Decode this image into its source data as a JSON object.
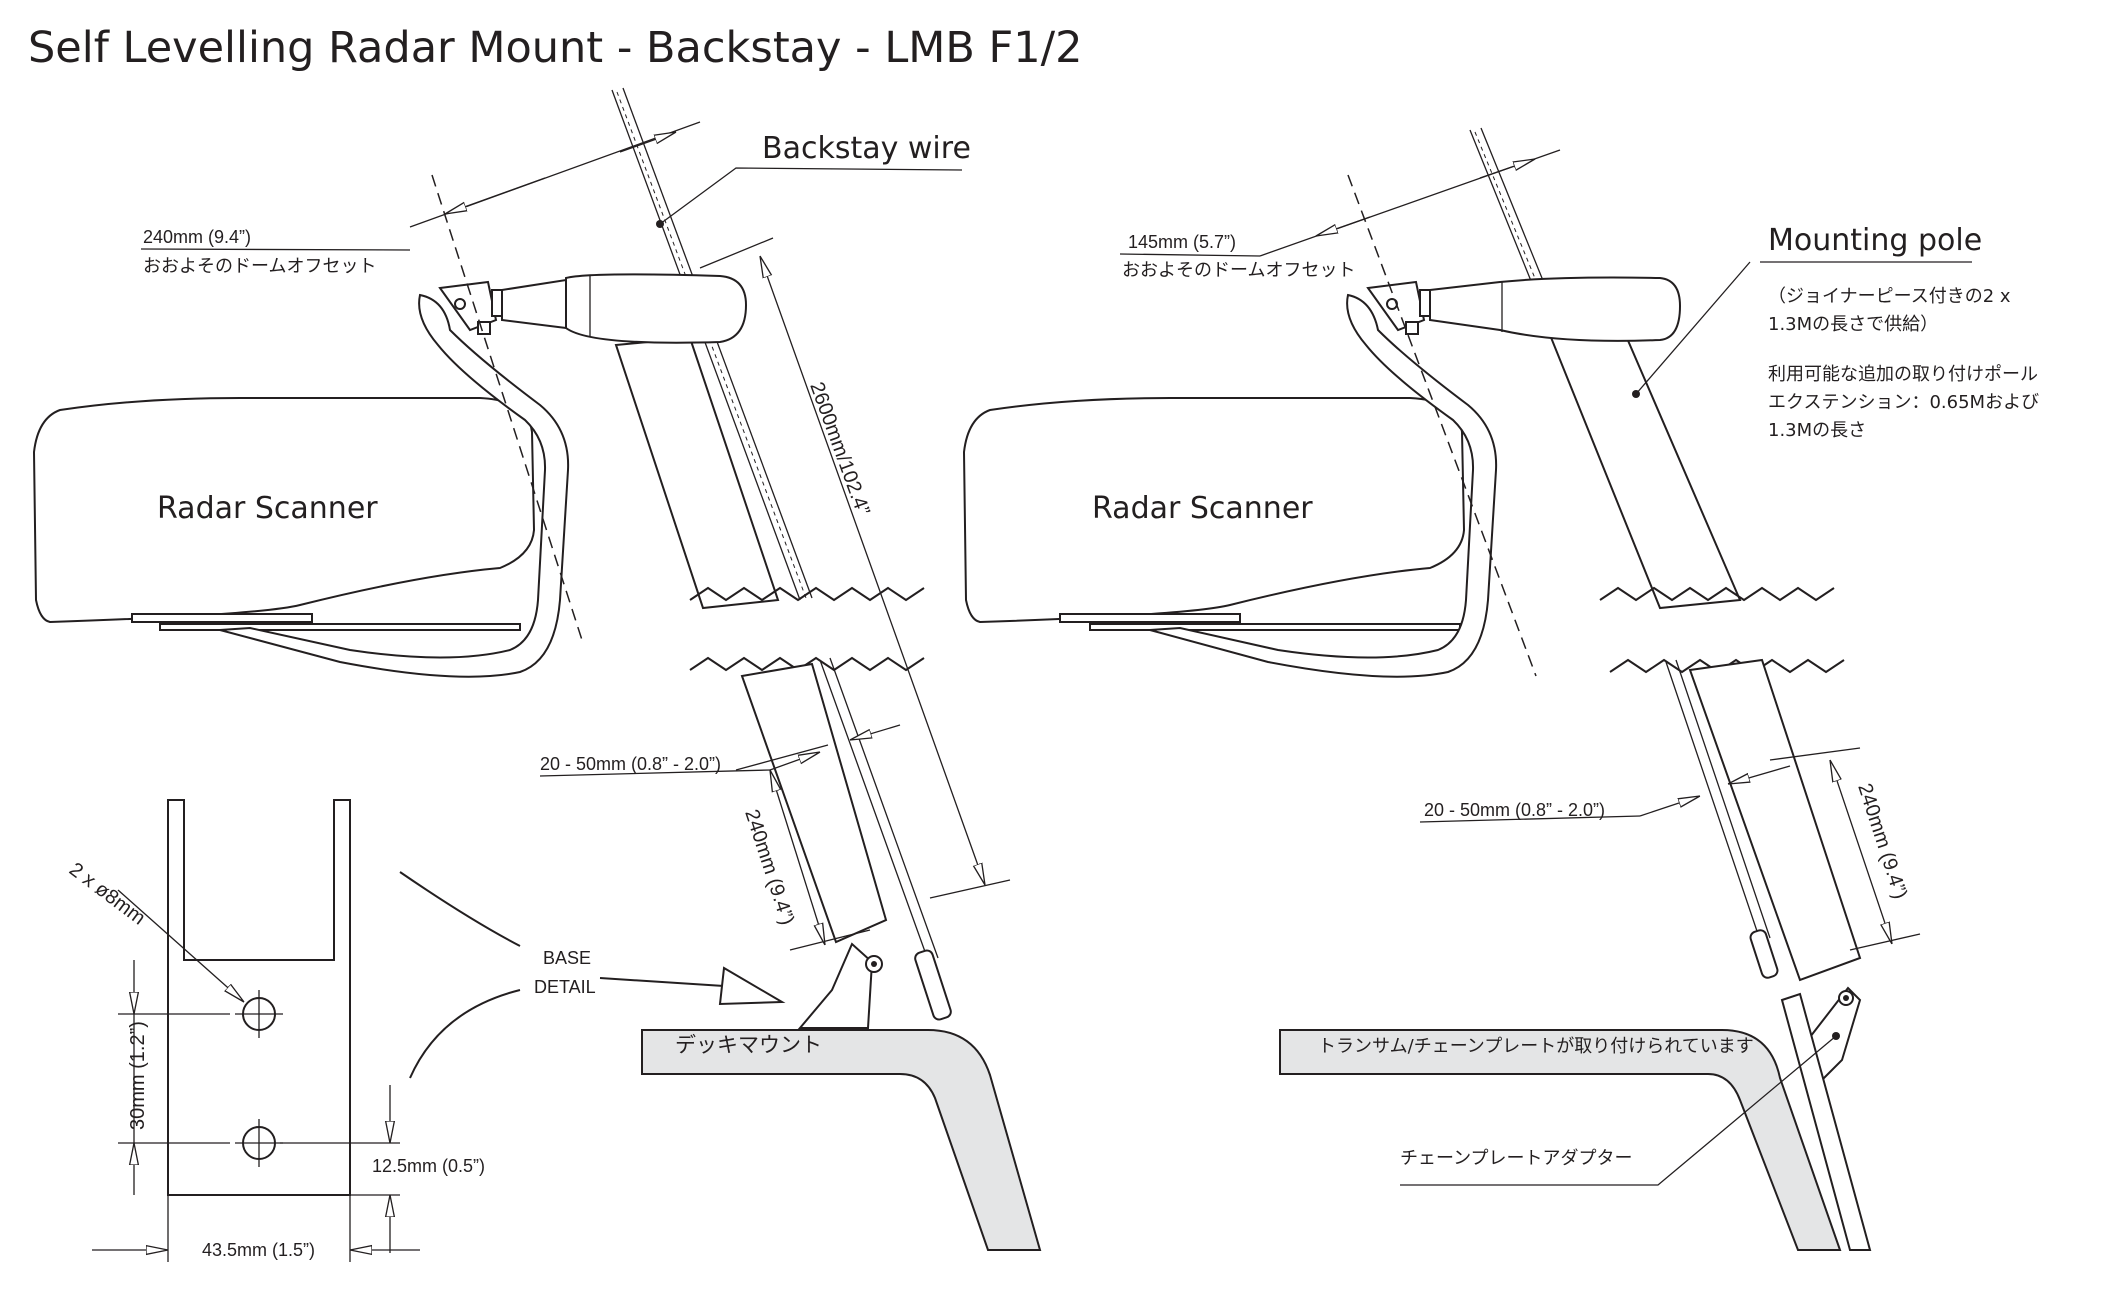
{
  "title": "Self Levelling Radar Mount - Backstay - LMB F1/2",
  "left_view": {
    "backstay_label": "Backstay wire",
    "offset_dim": "240mm (9.4”)",
    "offset_note": "おおよそのドームオフセット",
    "radar_label": "Radar Scanner",
    "length_dim": "2600mm/102.4”",
    "gap_dim": "20 - 50mm (0.8” - 2.0”)",
    "clamp_dim": "240mm (9.4”)",
    "deck_label": "デッキマウント"
  },
  "right_view": {
    "offset_dim": "145mm (5.7”)",
    "offset_note": "おおよそのドームオフセット",
    "radar_label": "Radar Scanner",
    "pole_label": "Mounting pole",
    "pole_note_1": "（ジョイナーピース付きの2 x",
    "pole_note_2": "1.3Mの長さで供給）",
    "pole_note_3": "利用可能な追加の取り付けポール",
    "pole_note_4": "エクステンション：0.65Mおよび",
    "pole_note_5": "1.3Mの長さ",
    "gap_dim": "20 - 50mm (0.8” - 2.0”)",
    "clamp_dim": "240mm (9.4”)",
    "transom_label": "トランサム/チェーンプレートが取り付けられています",
    "adapter_label": "チェーンプレートアダプター"
  },
  "base_detail": {
    "label_1": "BASE",
    "label_2": "DETAIL",
    "holes_dim": "2 x ø8mm",
    "spacing_dim": "30mm (1.2”)",
    "edge_dim": "12.5mm (0.5”)",
    "width_dim": "43.5mm (1.5”)"
  }
}
